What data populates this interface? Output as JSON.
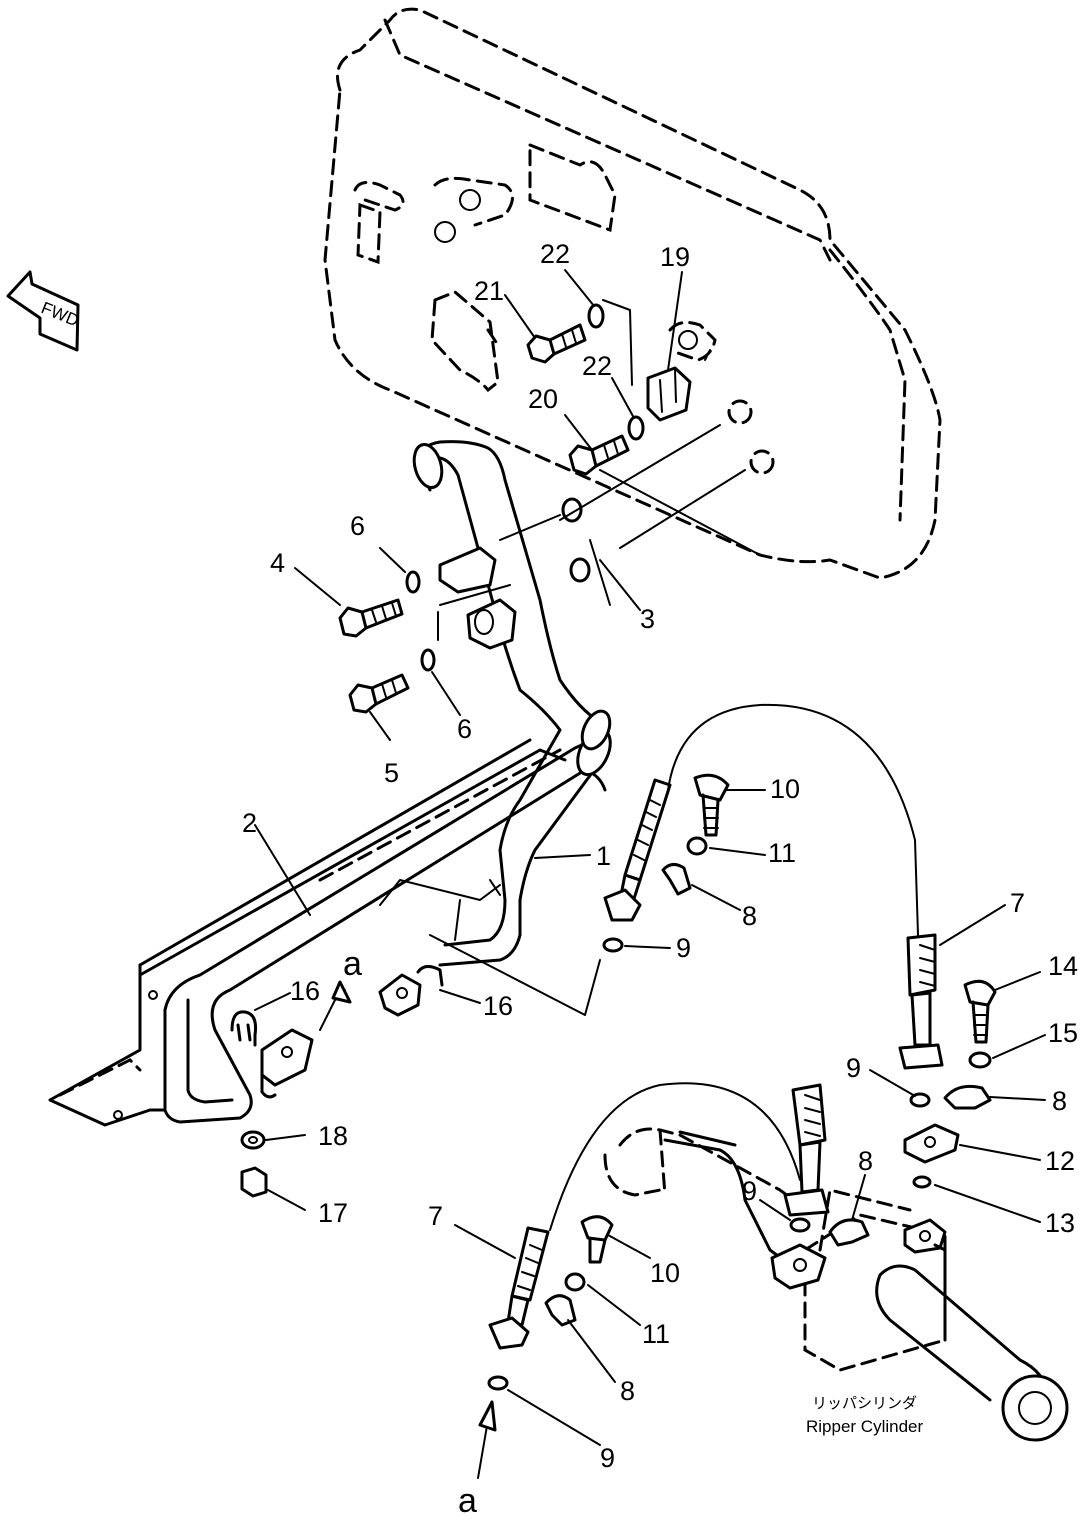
{
  "fwd_label": "FWD",
  "callouts": [
    "1",
    "2",
    "3",
    "4",
    "5",
    "6",
    "7",
    "8",
    "9",
    "10",
    "11",
    "12",
    "13",
    "14",
    "15",
    "16",
    "17",
    "18",
    "19",
    "20",
    "21",
    "22"
  ],
  "section_marker": "a",
  "ripper_caption_jp": "リッパシリンダ",
  "ripper_caption_en": "Ripper Cylinder"
}
